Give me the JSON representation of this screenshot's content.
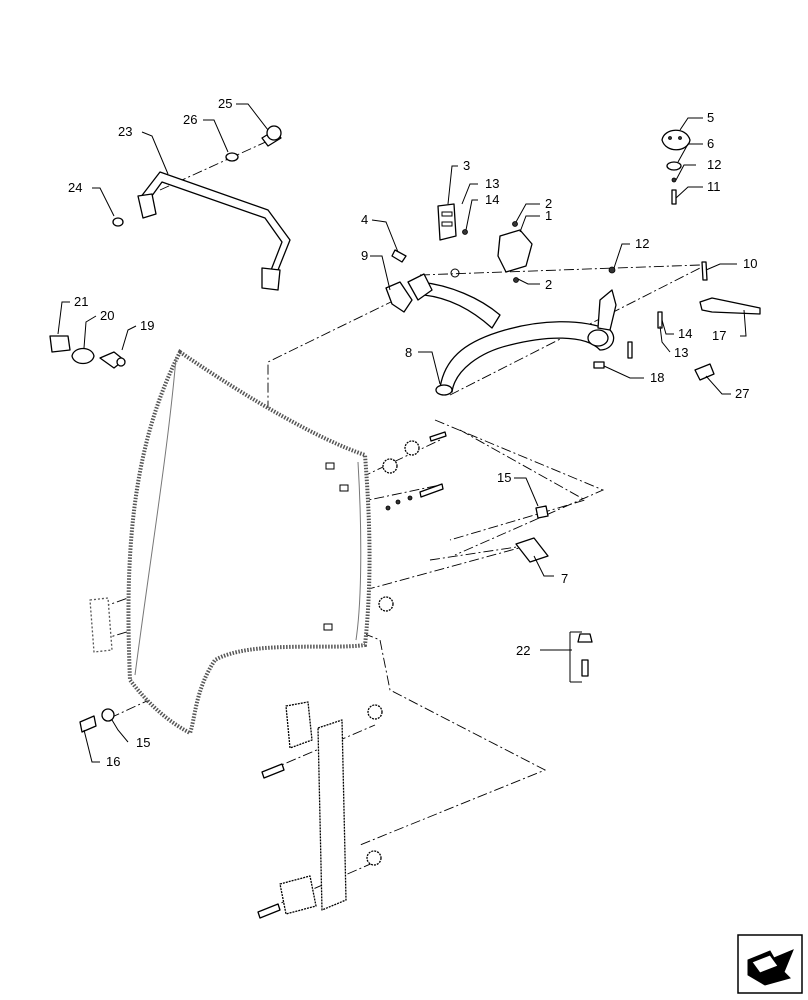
{
  "callouts": [
    {
      "id": "c1",
      "text": "1"
    },
    {
      "id": "c2a",
      "text": "2"
    },
    {
      "id": "c2b",
      "text": "2"
    },
    {
      "id": "c3",
      "text": "3"
    },
    {
      "id": "c4",
      "text": "4"
    },
    {
      "id": "c5",
      "text": "5"
    },
    {
      "id": "c6",
      "text": "6"
    },
    {
      "id": "c7",
      "text": "7"
    },
    {
      "id": "c8",
      "text": "8"
    },
    {
      "id": "c9",
      "text": "9"
    },
    {
      "id": "c10",
      "text": "10"
    },
    {
      "id": "c11",
      "text": "11"
    },
    {
      "id": "c12a",
      "text": "12"
    },
    {
      "id": "c12b",
      "text": "12"
    },
    {
      "id": "c13a",
      "text": "13"
    },
    {
      "id": "c13b",
      "text": "13"
    },
    {
      "id": "c14a",
      "text": "14"
    },
    {
      "id": "c14b",
      "text": "14"
    },
    {
      "id": "c15a",
      "text": "15"
    },
    {
      "id": "c15b",
      "text": "15"
    },
    {
      "id": "c16",
      "text": "16"
    },
    {
      "id": "c17",
      "text": "17"
    },
    {
      "id": "c18",
      "text": "18"
    },
    {
      "id": "c19",
      "text": "19"
    },
    {
      "id": "c20",
      "text": "20"
    },
    {
      "id": "c21",
      "text": "21"
    },
    {
      "id": "c22",
      "text": "22"
    },
    {
      "id": "c23",
      "text": "23"
    },
    {
      "id": "c24",
      "text": "24"
    },
    {
      "id": "c25",
      "text": "25"
    },
    {
      "id": "c26",
      "text": "26"
    },
    {
      "id": "c27",
      "text": "27"
    }
  ],
  "nav_icon": "next-page-arrow-icon"
}
